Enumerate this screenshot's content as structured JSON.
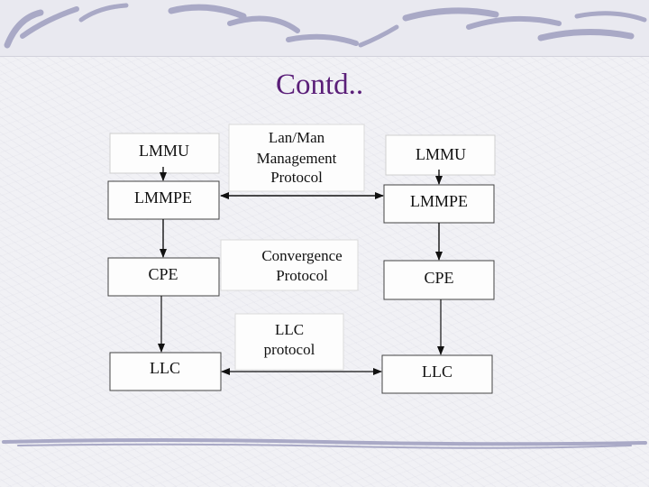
{
  "slide": {
    "title": "Contd.."
  },
  "diagram": {
    "left": {
      "lmmu": "LMMU",
      "lmmpe": "LMMPE",
      "cpe": "CPE",
      "llc": "LLC"
    },
    "right": {
      "lmmu": "LMMU",
      "lmmpe": "LMMPE",
      "cpe": "CPE",
      "llc": "LLC"
    },
    "protocols": {
      "management": [
        "Lan/Man",
        "Management",
        "Protocol"
      ],
      "convergence": [
        "Convergence",
        "Protocol"
      ],
      "llc": [
        "LLC",
        "protocol"
      ]
    }
  },
  "colors": {
    "title": "#5a1e78",
    "decoration": "#a9a9c6"
  }
}
